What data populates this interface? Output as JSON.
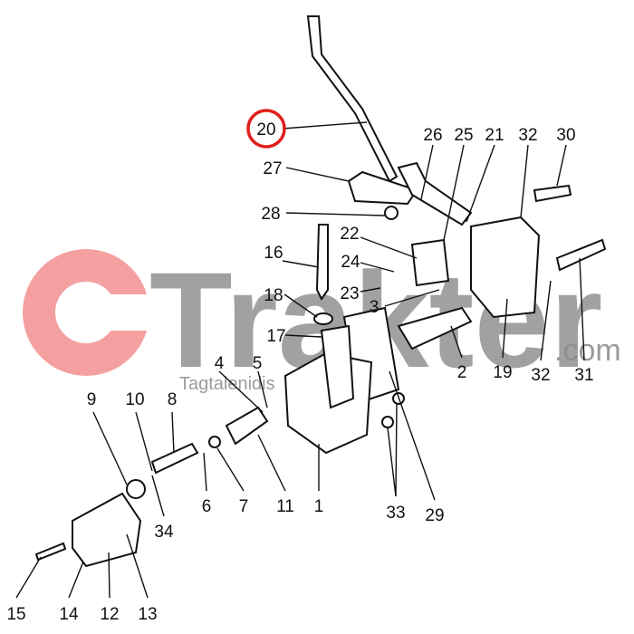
{
  "diagram": {
    "highlighted_callout": "20",
    "highlight_color": "#e0201c",
    "callouts": [
      "20",
      "26",
      "25",
      "21",
      "32",
      "30",
      "27",
      "28",
      "22",
      "16",
      "24",
      "23",
      "3",
      "18",
      "17",
      "4",
      "5",
      "2",
      "19",
      "32",
      "31",
      "9",
      "10",
      "8",
      "34",
      "6",
      "7",
      "11",
      "1",
      "33",
      "29",
      "15",
      "14",
      "12",
      "13"
    ]
  },
  "watermark": {
    "brand": "Trakter",
    "domain": ".com",
    "subtitle": "Tagtalenidis",
    "logo_color": "#f4a0a0"
  }
}
